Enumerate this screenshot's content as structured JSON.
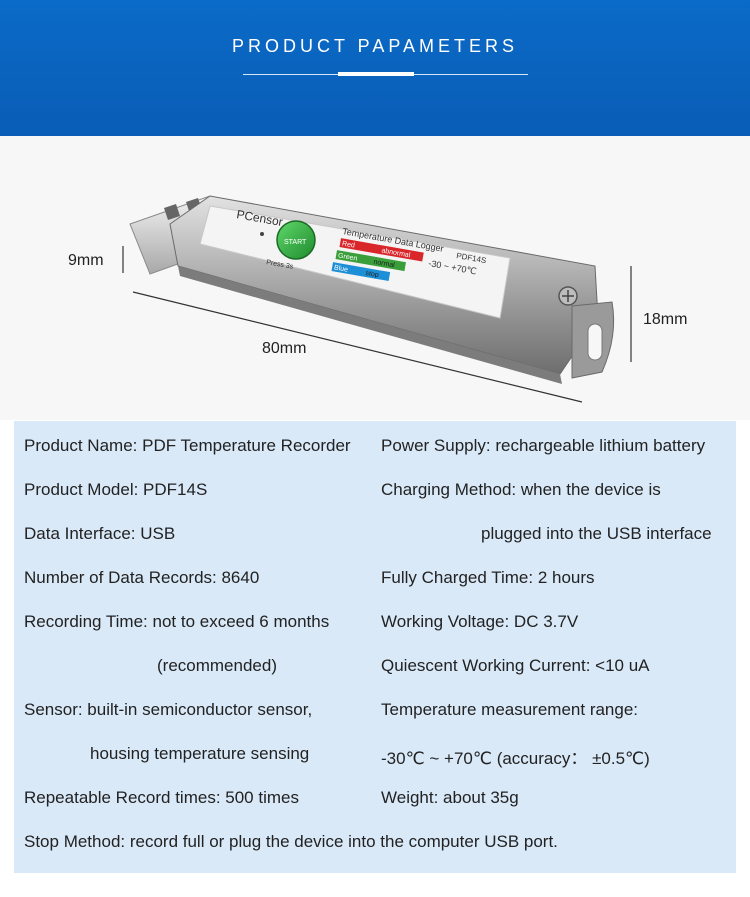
{
  "header": {
    "title": "PRODUCT PAPAMETERS"
  },
  "device": {
    "brand": "PCensor",
    "start_button": "START",
    "press_hint": "Press 3s",
    "label_title": "Temperature Data Logger",
    "model": "PDF14S",
    "range": "-30 ~ +70℃",
    "legend": [
      {
        "color_word": "Red",
        "status": "abnormal",
        "color": "#d8262a"
      },
      {
        "color_word": "Green",
        "status": "normal",
        "color": "#3a9e3a"
      },
      {
        "color_word": "Blue",
        "status": "stop",
        "color": "#1d8fd6"
      }
    ]
  },
  "dimensions": {
    "thickness": "9mm",
    "length": "80mm",
    "width": "18mm"
  },
  "specs": {
    "left": [
      "Product Name: PDF Temperature Recorder",
      "Product Model: PDF14S",
      "Data Interface: USB",
      "Number of Data Records: 8640",
      "Recording Time: not to exceed 6 months",
      "(recommended)",
      "Sensor: built-in semiconductor sensor,",
      "housing temperature sensing",
      "Repeatable Record times: 500 times"
    ],
    "right": [
      "Power Supply: rechargeable lithium battery",
      "Charging Method: when the device is",
      "plugged into the USB interface",
      "Fully Charged Time: 2 hours",
      "Working Voltage: DC 3.7V",
      "Quiescent Working Current: <10 uA",
      "Temperature measurement range:",
      "-30℃ ~ +70℃ (accuracy： ±0.5℃)",
      "Weight: about 35g"
    ],
    "full": "Stop Method: record full or plug the device into the computer USB port."
  }
}
